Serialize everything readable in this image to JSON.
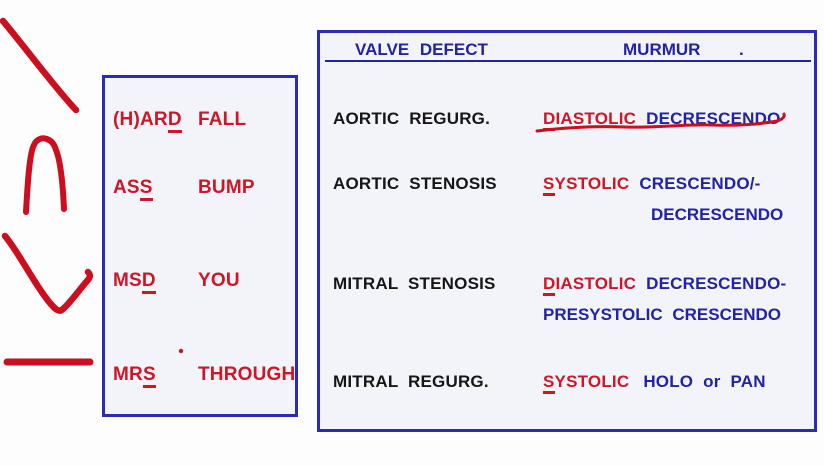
{
  "palette": {
    "red_text": "#cd1626",
    "red_stroke": "#cc0f1f",
    "blue_text": "#2222a2",
    "border_blue": "#2b2bb8",
    "panel_bg": "#f2f4fa",
    "black_text": "#161616"
  },
  "mnemonic": {
    "rows": [
      {
        "pre": "(H)AR",
        "tail": "D",
        "word2": "FALL"
      },
      {
        "pre": "AS",
        "tail": "S",
        "word2": "BUMP"
      },
      {
        "pre": "MS",
        "tail": "D",
        "word2": "YOU"
      },
      {
        "pre": "MR",
        "tail": "S",
        "word2": "THROUGH"
      }
    ]
  },
  "table": {
    "header": {
      "col1": "VALVE DEFECT",
      "col2": "MURMUR",
      "dot": "."
    },
    "rows": [
      {
        "defect": "AORTIC REGURG.",
        "timing_initial": "D",
        "timing_rest": "IASTOLIC",
        "shape_line1": "DECRESCENDO",
        "shape_line2": ""
      },
      {
        "defect": "AORTIC STENOSIS",
        "timing_initial": "S",
        "timing_rest": "YSTOLIC",
        "shape_line1": "CRESCENDO/-",
        "shape_line2": "DECRESCENDO"
      },
      {
        "defect": "MITRAL STENOSIS",
        "timing_initial": "D",
        "timing_rest": "IASTOLIC",
        "shape_line1": "DECRESCENDO-",
        "shape_line2": "PRESYSTOLIC CRESCENDO"
      },
      {
        "defect": "MITRAL REGURG.",
        "timing_initial": "S",
        "timing_rest": "YSTOLIC",
        "shape_line1": "HOLO or PAN",
        "shape_line2": ""
      }
    ]
  },
  "sketch": {
    "color": "#cc0f1f",
    "strokes": [
      {
        "name": "decrescendo-slope"
      },
      {
        "name": "crescendo-decrescendo-arch"
      },
      {
        "name": "decrescendo-presystolic-crescendo-check"
      },
      {
        "name": "holosystolic-plateau-line"
      },
      {
        "name": "diastolic-decrescendo-underline"
      },
      {
        "name": "dot-mark"
      }
    ]
  }
}
